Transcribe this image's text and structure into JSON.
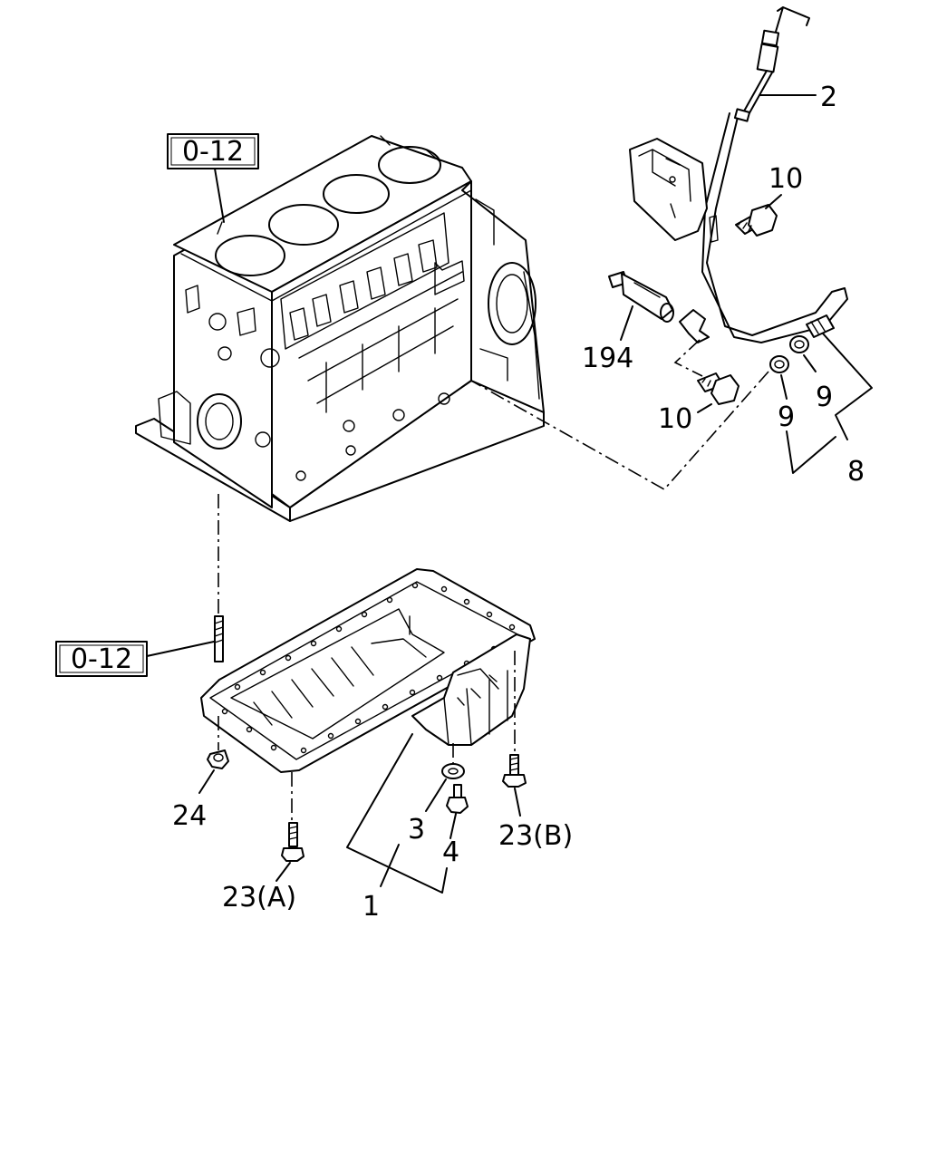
{
  "diagram": {
    "reference_boxes": [
      "0-12",
      "0-12"
    ],
    "part_labels": {
      "p2": "2",
      "p10a": "10",
      "p194": "194",
      "p10b": "10",
      "p9a": "9",
      "p9b": "9",
      "p8": "8",
      "p24": "24",
      "p3": "3",
      "p4": "4",
      "p23b": "23(B)",
      "p23a": "23(A)",
      "p1": "1"
    }
  }
}
